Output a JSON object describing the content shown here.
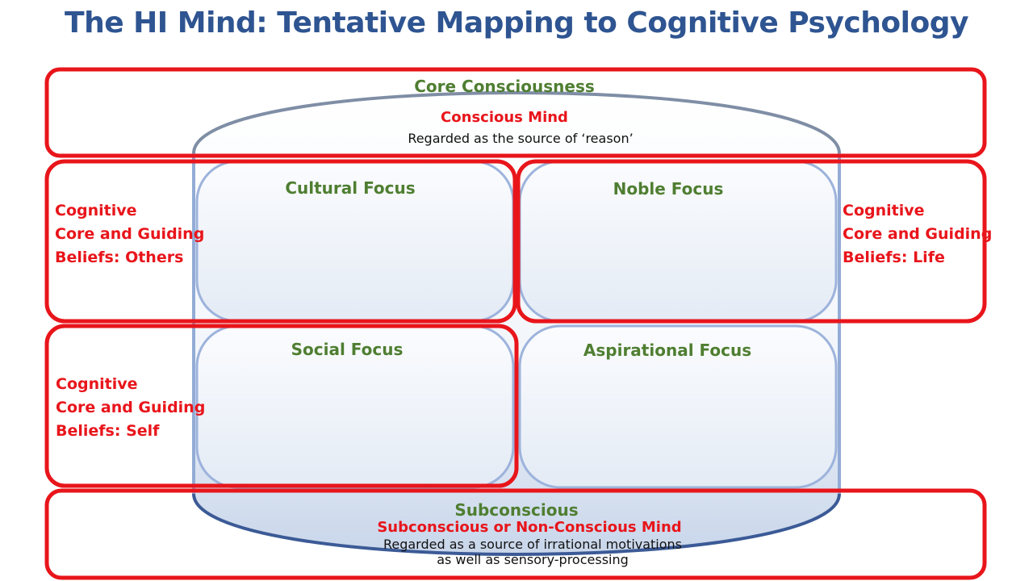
{
  "title": "The HI Mind: Tentative Mapping to Cognitive Psychology",
  "core": {
    "heading": "Core Consciousness",
    "subheading": "Conscious Mind",
    "description": "Regarded as the source of ‘reason’"
  },
  "quadrants": {
    "cultural": "Cultural Focus",
    "noble": "Noble Focus",
    "social": "Social Focus",
    "aspirational": "Aspirational Focus"
  },
  "side_labels": {
    "others": [
      "Cognitive",
      "Core and Guiding",
      "Beliefs: Others"
    ],
    "life": [
      "Cognitive",
      "Core and Guiding",
      "Beliefs: Life"
    ],
    "self": [
      "Cognitive",
      "Core and Guiding",
      "Beliefs: Self"
    ]
  },
  "subconscious": {
    "heading": "Subconscious",
    "subheading": "Subconscious or Non-Conscious Mind",
    "description_line1": "Regarded as a source of irrational motivations",
    "description_line2": "as well as sensory-processing"
  },
  "colors": {
    "title": "#2e5491",
    "green_label": "#4f7e31",
    "red_outline": "#e8151b",
    "capsule_outline": "#7f95b5",
    "bottom_fill": "#c9d6ea"
  }
}
